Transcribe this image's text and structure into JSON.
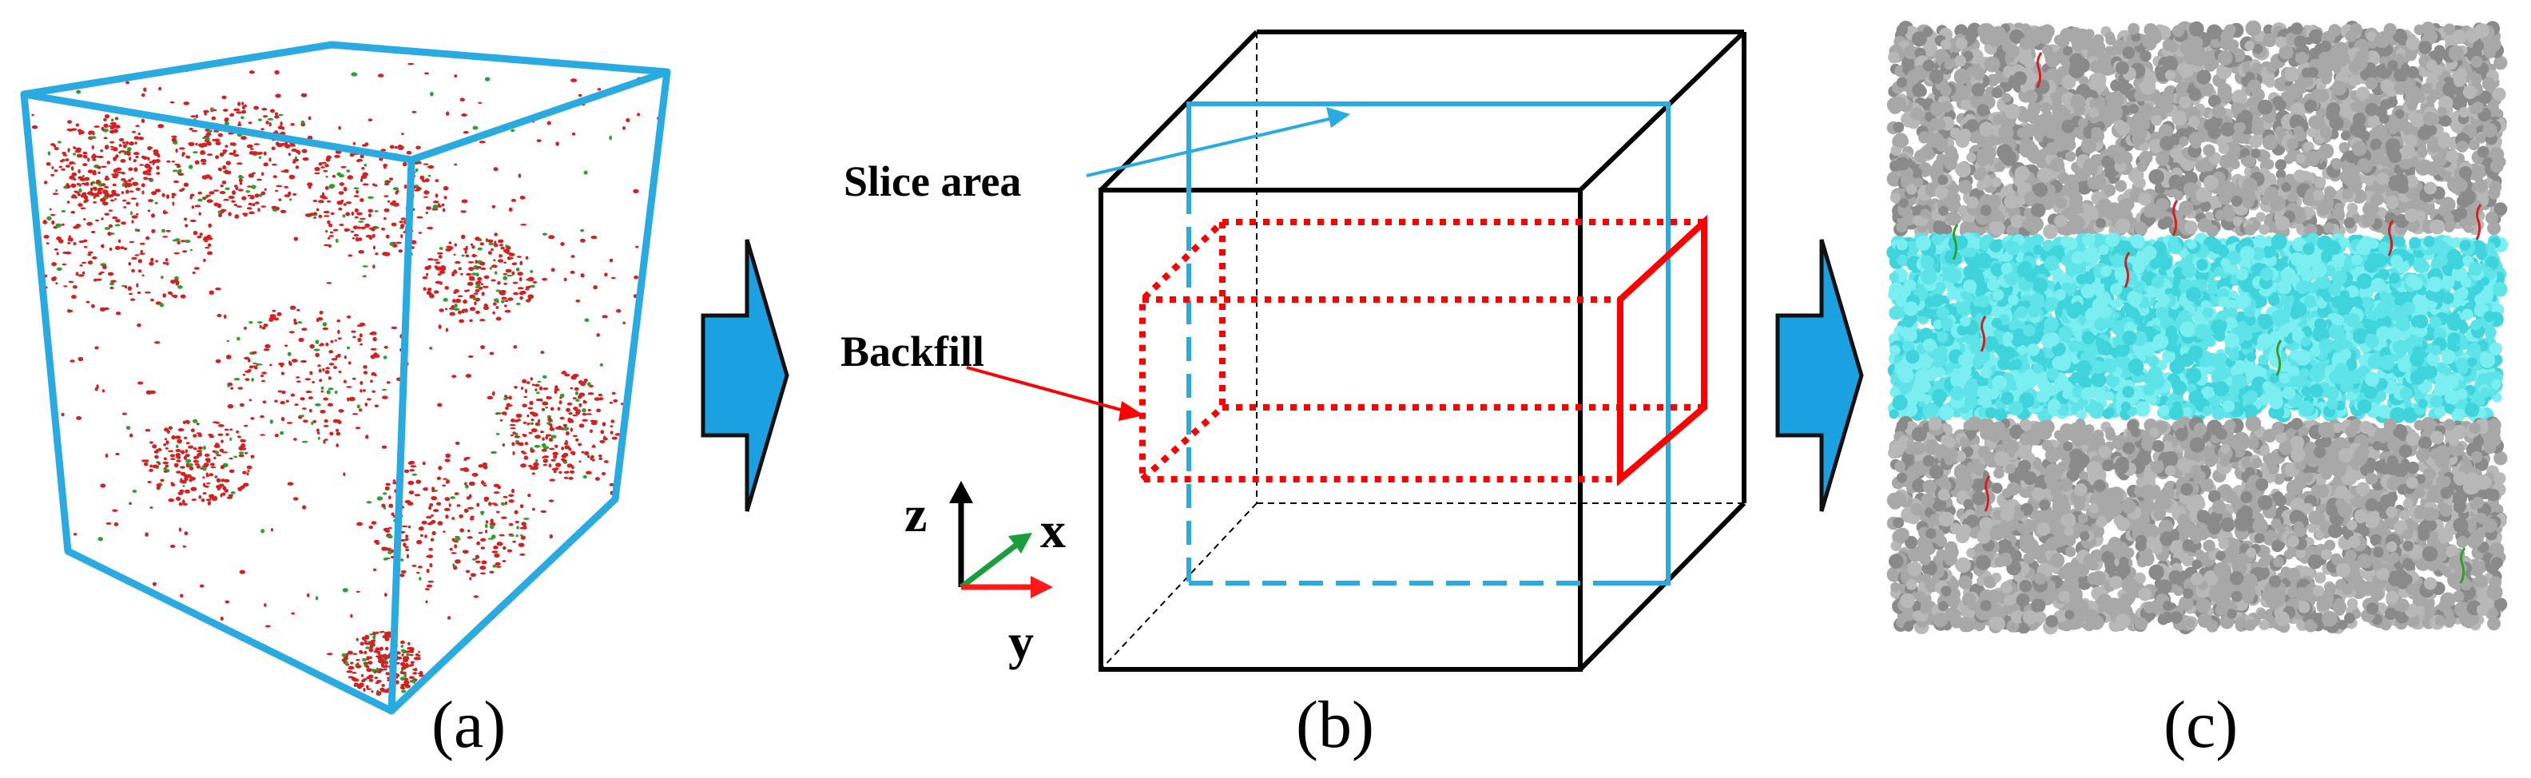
{
  "panels": {
    "a": {
      "label": "(a)"
    },
    "b": {
      "label": "(b)"
    },
    "c": {
      "label": "(c)"
    }
  },
  "callouts": {
    "slice_area": "Slice area",
    "backfill": "Backfill"
  },
  "axes": {
    "z": "z",
    "x": "x",
    "y": "y"
  },
  "colors": {
    "frame_blue": "#29abe2",
    "backfill_red": "#ff0000",
    "particle_red": "#d42020",
    "particle_green": "#2ea02e",
    "soil_gray": "#a8a8a8",
    "soil_dark": "#8a8a8a",
    "backfill_cyan": "#5ee3e8",
    "arrow_blue": "#1ba1e2",
    "axis_z": "#000000",
    "axis_x": "#1a9e3c",
    "axis_y": "#ff1a1a"
  }
}
